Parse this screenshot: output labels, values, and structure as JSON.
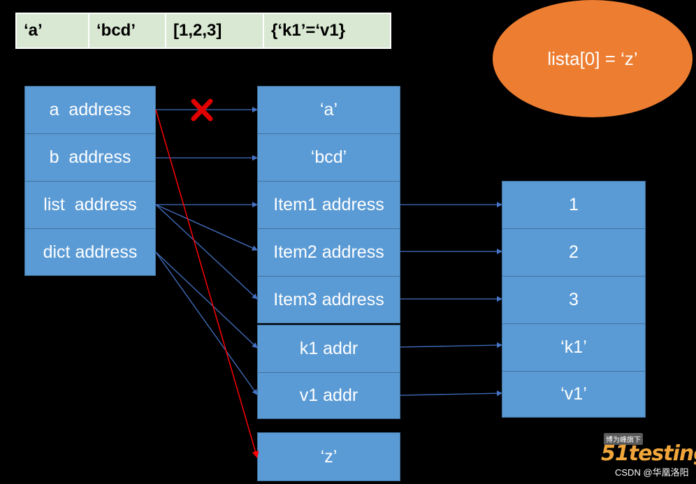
{
  "top_table": [
    "‘a’",
    "‘bcd’",
    "[1,2,3]",
    "{‘k1’=‘v1}"
  ],
  "note": "lista[0] = ‘z’",
  "variables": [
    "a  address",
    "b  address",
    "list  address",
    "dict address"
  ],
  "objects": [
    "‘a’",
    "‘bcd’",
    "Item1 address",
    "Item2 address",
    "Item3 address"
  ],
  "dict_items": [
    "k1 addr",
    "v1 addr"
  ],
  "values": [
    "1",
    "2",
    "3",
    "‘k1’",
    "‘v1’"
  ],
  "new_object": "‘z’",
  "colors": {
    "box_fill": "#5b9bd5",
    "arrow": "#4472c4",
    "new_ref_arrow": "#ff0000",
    "cross": "#ff0000",
    "note_fill": "#ed7d31",
    "table_fill": "#d9e8d2"
  },
  "watermark": {
    "badge": "博为峰旗下",
    "logo": "51testing",
    "credit": "CSDN @华凰洛阳"
  }
}
